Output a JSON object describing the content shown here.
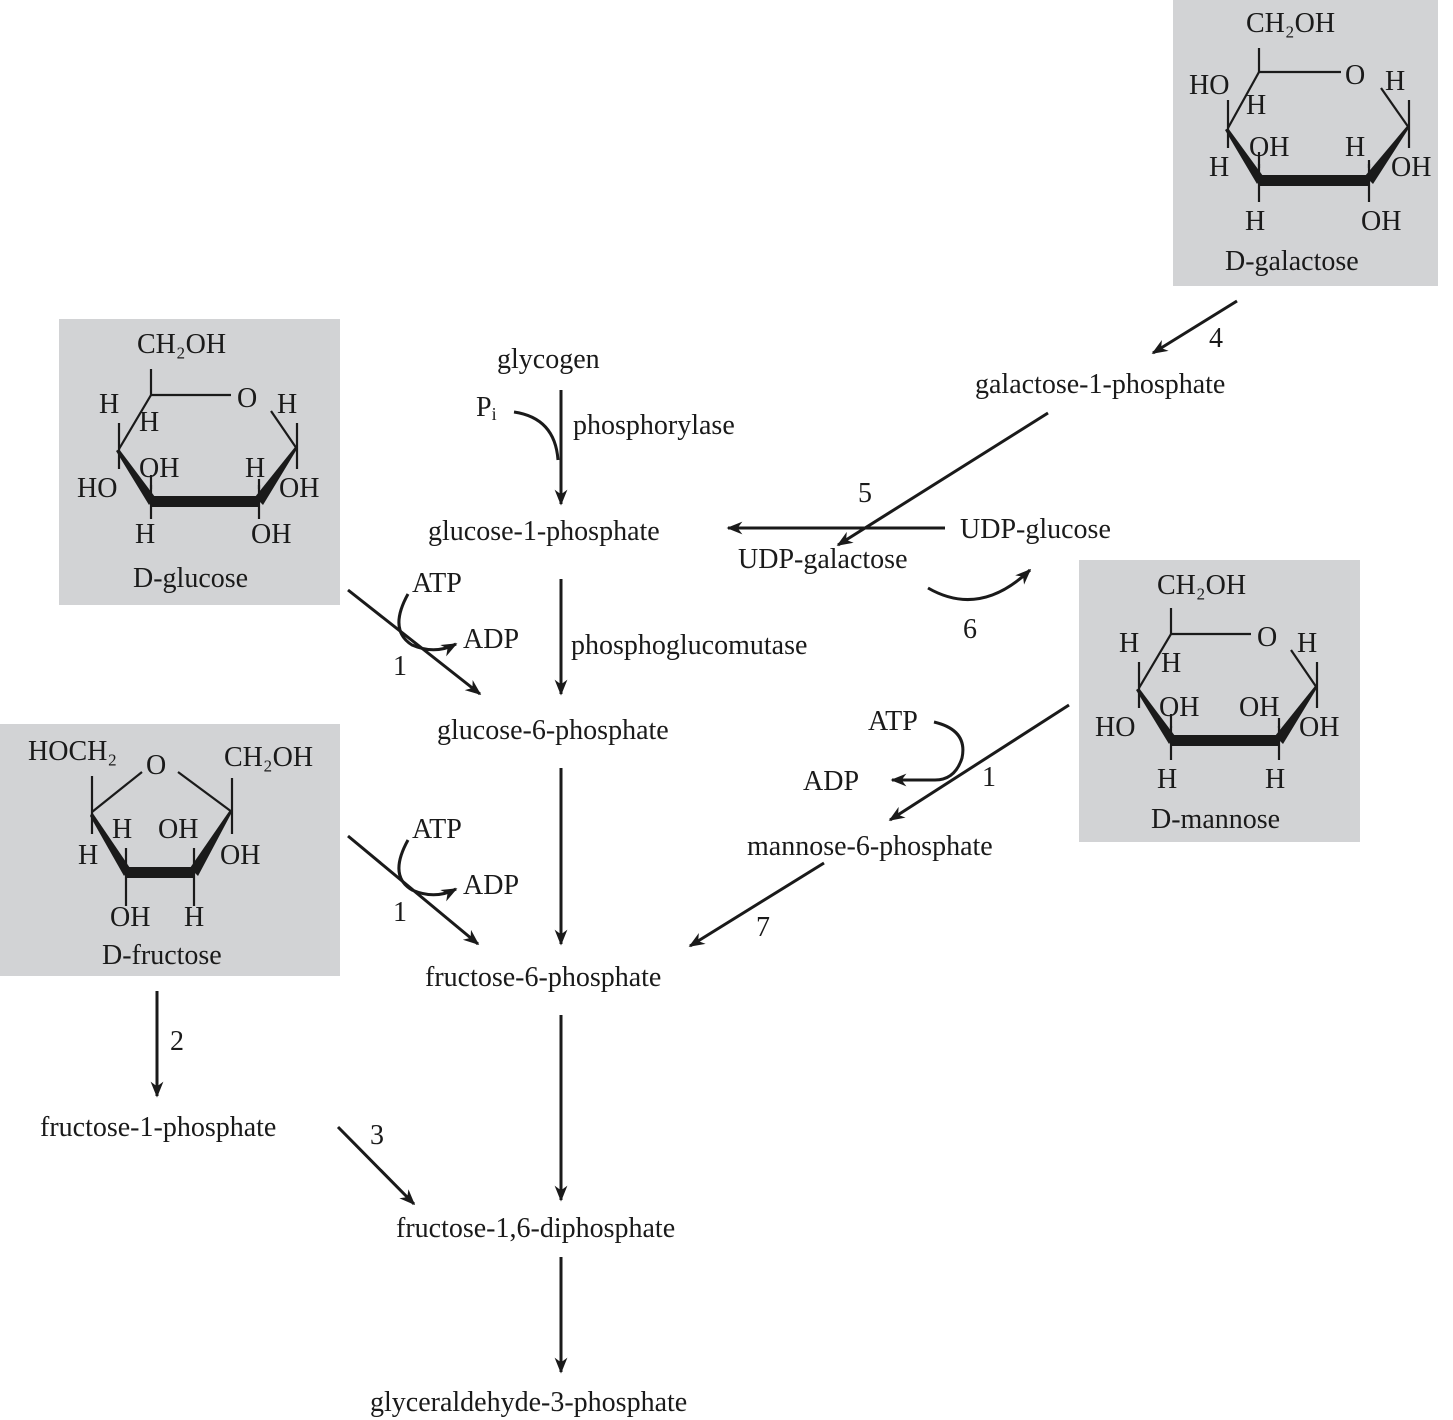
{
  "molecules": {
    "galactose": {
      "name": "D-galactose",
      "top": "CH₂OH",
      "ring_o": "O",
      "substituents": [
        "HO",
        "H",
        "H",
        "OH",
        "H",
        "OH",
        "H",
        "OH",
        "H"
      ]
    },
    "glucose": {
      "name": "D-glucose",
      "top": "CH₂OH",
      "ring_o": "O",
      "substituents": [
        "H",
        "H",
        "HO",
        "OH",
        "H",
        "H",
        "OH",
        "H",
        "OH"
      ]
    },
    "fructose": {
      "name": "D-fructose",
      "left_top": "HOCH₂",
      "ring_o": "O",
      "right_top": "CH₂OH",
      "substituents": [
        "H",
        "OH",
        "H",
        "OH",
        "OH",
        "H"
      ]
    },
    "mannose": {
      "name": "D-mannose",
      "top": "CH₂OH",
      "ring_o": "O",
      "substituents": [
        "H",
        "H",
        "HO",
        "OH",
        "OH",
        "H",
        "OH",
        "H",
        "H"
      ]
    }
  },
  "nodes": {
    "glycogen": "glycogen",
    "pi": "P",
    "pi_sub": "i",
    "glucose_1_phosphate": "glucose-1-phosphate",
    "glucose_6_phosphate": "glucose-6-phosphate",
    "fructose_6_phosphate": "fructose-6-phosphate",
    "fructose_1_6_diphosphate": "fructose-1,6-diphosphate",
    "glyceraldehyde_3_phosphate": "glyceraldehyde-3-phosphate",
    "fructose_1_phosphate": "fructose-1-phosphate",
    "galactose_1_phosphate": "galactose-1-phosphate",
    "udp_glucose": "UDP-glucose",
    "udp_galactose": "UDP-galactose",
    "mannose_6_phosphate": "mannose-6-phosphate"
  },
  "enzymes": {
    "phosphorylase": "phosphorylase",
    "phosphoglucomutase": "phosphoglucomutase"
  },
  "cofactors": {
    "atp": "ATP",
    "adp": "ADP"
  },
  "step_numbers": {
    "glucose_hexokinase": "1",
    "fructose_hexokinase": "1",
    "mannose_hexokinase": "1",
    "fructokinase": "2",
    "aldolase": "3",
    "galactokinase": "4",
    "uridyl_transferase": "5",
    "epimerase": "6",
    "isomerase": "7"
  }
}
